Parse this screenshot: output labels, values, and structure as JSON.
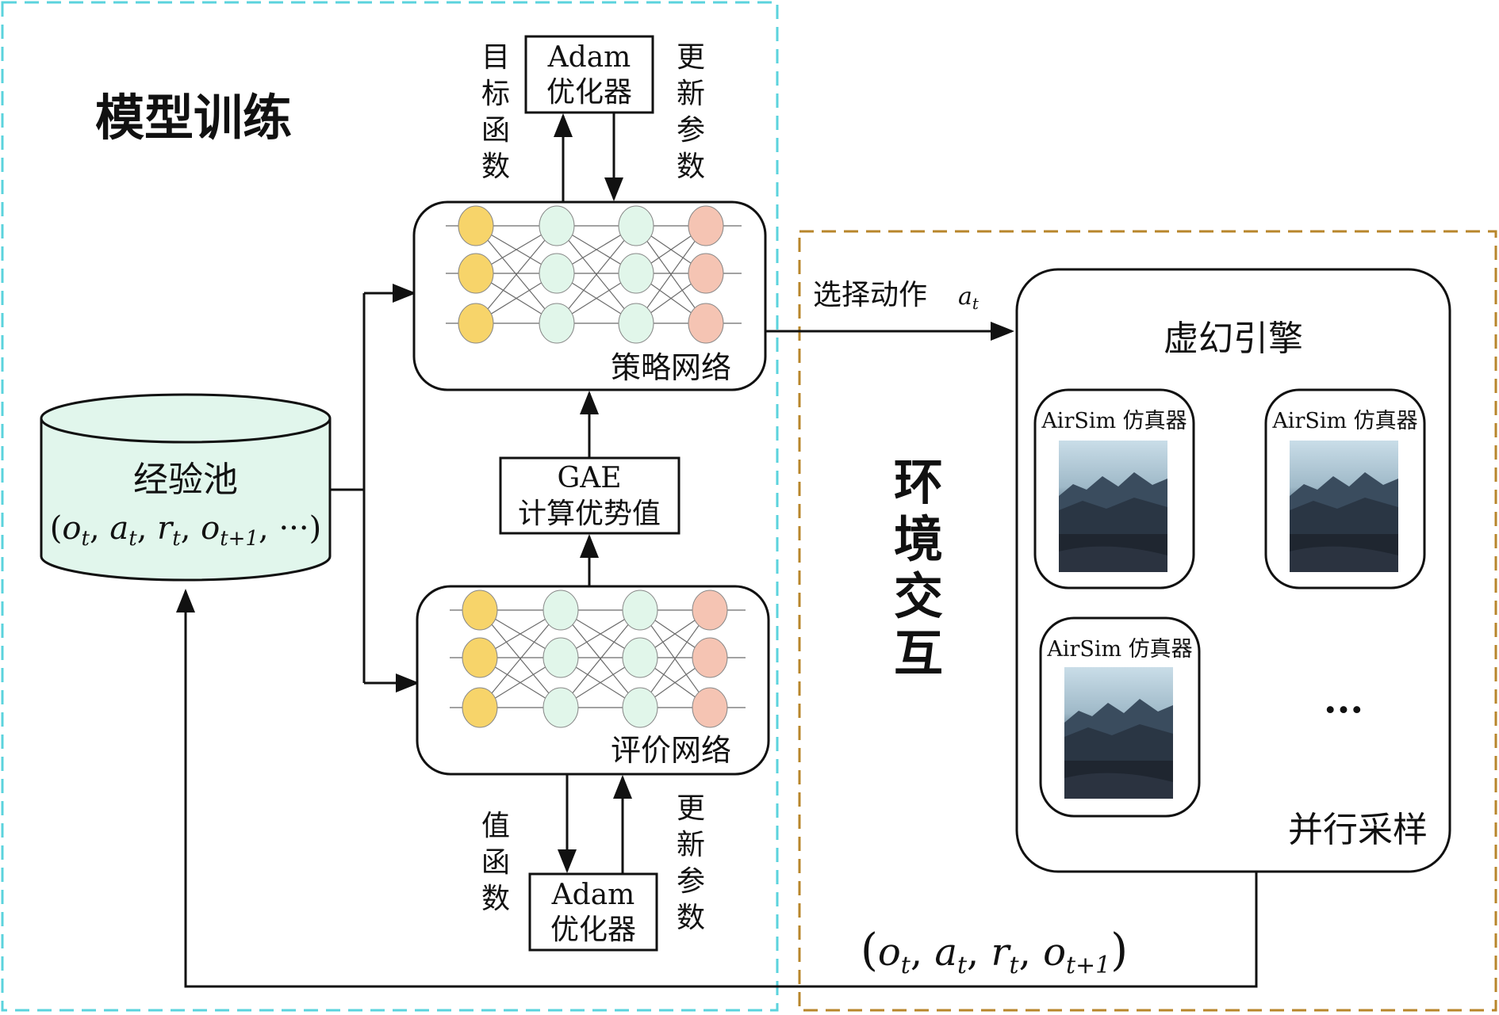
{
  "colors": {
    "training_border": "#5bd3dd",
    "env_border": "#b8862b",
    "pool_fill": "#e1f6ec",
    "node_input": "#f7d46a",
    "node_hidden": "#e1f6ea",
    "node_output": "#f5c4b3",
    "line": "#111111"
  },
  "regions": {
    "training_title": "模型训练",
    "env_title_chars": [
      "环",
      "境",
      "交",
      "互"
    ]
  },
  "pool": {
    "title": "经验池",
    "tuple": "(o_t, a_t, r_t, o_{t+1}, ···)"
  },
  "policy": {
    "label": "策略网络",
    "optimizer": [
      "Adam",
      "优化器"
    ],
    "left_vertical": [
      "目",
      "标",
      "函",
      "数"
    ],
    "right_vertical": [
      "更",
      "新",
      "参",
      "数"
    ]
  },
  "gae": {
    "line1": "GAE",
    "line2": "计算优势值"
  },
  "critic": {
    "label": "评价网络",
    "optimizer": [
      "Adam",
      "优化器"
    ],
    "left_vertical": [
      "值",
      "函",
      "数"
    ],
    "right_vertical": [
      "更",
      "新",
      "参",
      "数"
    ]
  },
  "action": {
    "label": "选择动作",
    "symbol": "a_t"
  },
  "engine": {
    "title": "虚幻引擎",
    "simulators": [
      "AirSim 仿真器",
      "AirSim 仿真器",
      "AirSim 仿真器"
    ],
    "ellipsis": "···",
    "footer": "并行采样"
  },
  "feedback": {
    "tuple": "(o_t,  a_t,  r_t,  o_{t+1})"
  }
}
